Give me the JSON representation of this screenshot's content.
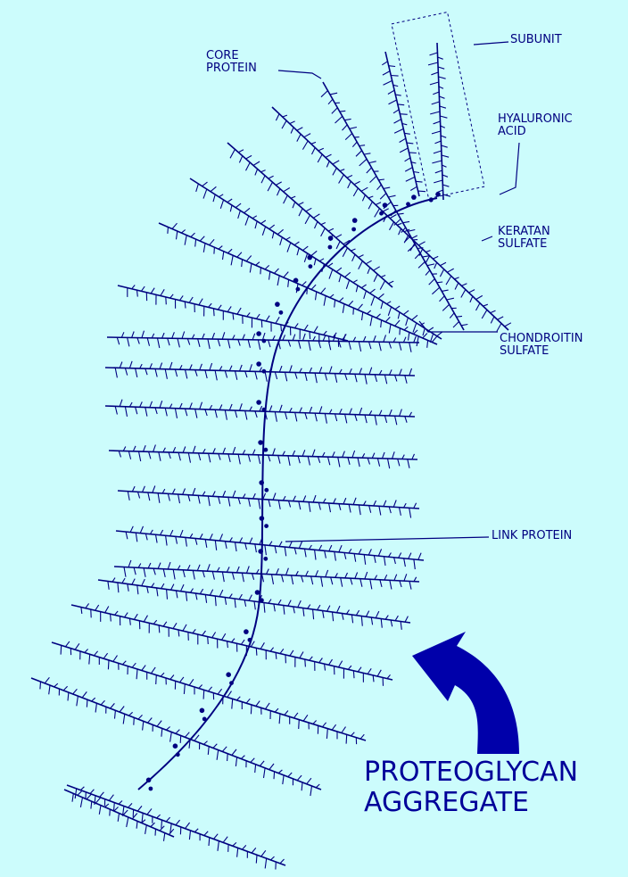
{
  "labels": {
    "core_protein": [
      "CORE",
      "PROTEIN"
    ],
    "subunit": "SUBUNIT",
    "hyaluronic_acid": [
      "HYALURONIC",
      "ACID"
    ],
    "keratan_sulfate": [
      "KERATAN",
      "SULFATE"
    ],
    "chondroitin_sulfate": [
      "CHONDROITIN",
      "SULFATE"
    ],
    "link_protein": "LINK PROTEIN"
  },
  "title": [
    "PROTEOGLYCAN",
    "AGGREGATE"
  ],
  "colors": {
    "background": "#ccfcfc",
    "diagram": "#000080",
    "arrow": "#0000aa"
  }
}
